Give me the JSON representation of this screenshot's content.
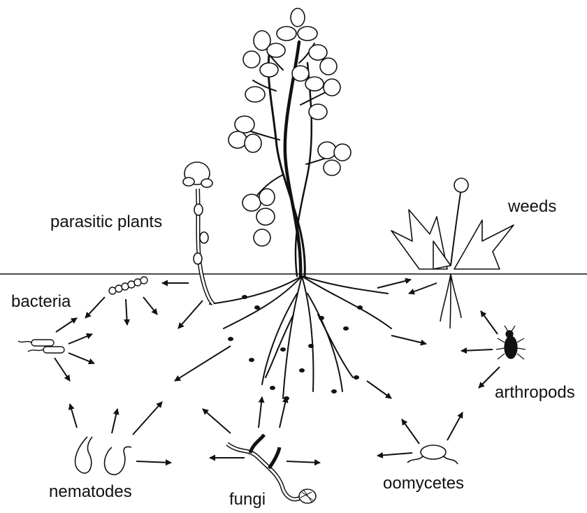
{
  "labels": {
    "parasitic_plants": "parasitic plants",
    "weeds": "weeds",
    "bacteria": "bacteria",
    "arthropods": "arthropods",
    "nematodes": "nematodes",
    "fungi": "fungi",
    "oomycetes": "oomycetes"
  },
  "colors": {
    "ink": "#111111",
    "background": "#ffffff"
  }
}
